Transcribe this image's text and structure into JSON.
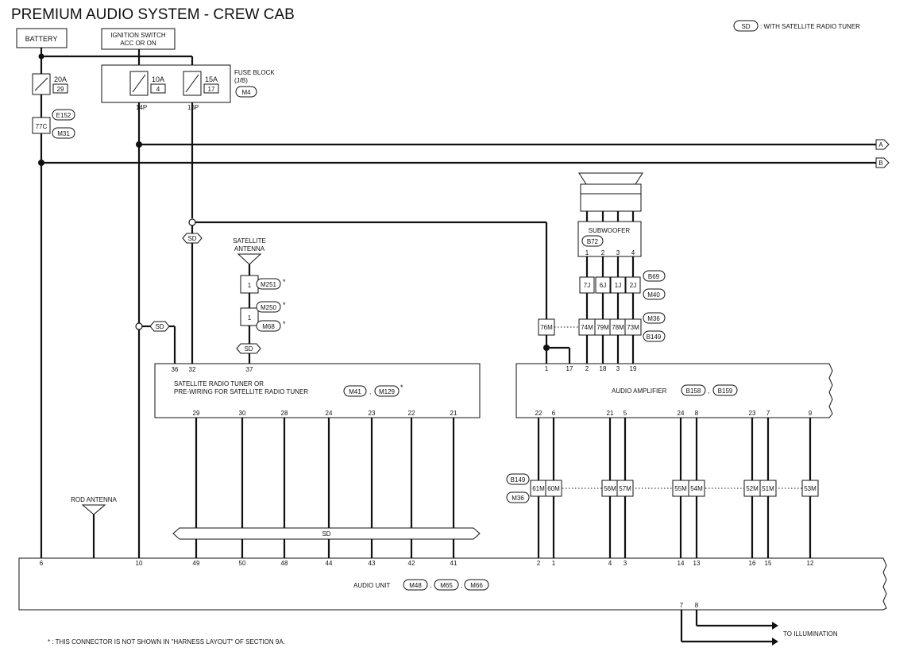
{
  "title": "PREMIUM AUDIO SYSTEM - CREW CAB",
  "legend": {
    "code": "SD",
    "text": ": WITH SATELLITE RADIO TUNER"
  },
  "battery": "BATTERY",
  "ignition": {
    "line1": "IGNITION SWITCH",
    "line2": "ACC OR ON"
  },
  "fuses": [
    {
      "amps": "20A",
      "number": "29"
    },
    {
      "amps": "10A",
      "number": "4"
    },
    {
      "amps": "15A",
      "number": "17"
    }
  ],
  "fuse_block": {
    "line1": "FUSE BLOCK",
    "line2": "(J/B)",
    "connector": "M4"
  },
  "fuse_pins": [
    "14P",
    "16P"
  ],
  "battery_joint": {
    "pin": "77C",
    "connectors": [
      "E152",
      "M31"
    ]
  },
  "bus_labels": [
    "A",
    "B"
  ],
  "sd_tags": [
    "SD",
    "SD",
    "SD",
    "SD"
  ],
  "satellite_antenna": {
    "line1": "SATELLITE",
    "line2": "ANTENNA",
    "connectors": [
      {
        "pin": "1",
        "label": "M251",
        "star": "*"
      },
      {
        "pin": "1",
        "label": "M250",
        "star": "*"
      },
      {
        "pin": "",
        "label": "M68",
        "star": "*"
      }
    ]
  },
  "sat_tuner": {
    "line1": "SATELLITE RADIO TUNER OR",
    "line2": "PRE-WIRING FOR SATELLITE RADIO TUNER",
    "connectors": [
      "M41",
      "M129"
    ],
    "separator": ",",
    "star": "*",
    "top_pins": [
      "36",
      "32",
      "37"
    ],
    "bottom_pins": [
      "29",
      "30",
      "28",
      "24",
      "23",
      "22",
      "21"
    ]
  },
  "subwoofer": {
    "name": "SUBWOOFER",
    "connector": "B72",
    "pins": [
      "1",
      "2",
      "3",
      "4"
    ],
    "joint_a": [
      "7J",
      "6J",
      "1J",
      "2J"
    ],
    "joint_a_connectors": [
      "B69",
      "M40"
    ],
    "joint_b": [
      "74M",
      "79M",
      "78M",
      "73M"
    ],
    "joint_b_connectors": [
      "M36",
      "B149"
    ],
    "feed_joint": "76M"
  },
  "amplifier": {
    "name": "AUDIO AMPLIFIER",
    "connectors": [
      "B158",
      "B159"
    ],
    "separator": ",",
    "top_pins": [
      "1",
      "17",
      "2",
      "18",
      "3",
      "19"
    ],
    "bottom_pins": [
      "22",
      "6",
      "21",
      "5",
      "24",
      "8",
      "23",
      "7",
      "9"
    ],
    "joints": [
      "61M",
      "60M",
      "56M",
      "57M",
      "55M",
      "54M",
      "52M",
      "51M",
      "53M"
    ],
    "joint_connectors": [
      "B149",
      "M36"
    ]
  },
  "rod_antenna": "ROD ANTENNA",
  "audio_unit": {
    "name": "AUDIO UNIT",
    "connectors": [
      "M48",
      "M65",
      "M66"
    ],
    "separator": ",",
    "pins": [
      "6",
      "10",
      "49",
      "50",
      "48",
      "44",
      "43",
      "42",
      "41",
      "2",
      "1",
      "4",
      "3",
      "14",
      "13",
      "16",
      "15",
      "12"
    ],
    "illum_pins": [
      "7",
      "8"
    ]
  },
  "illumination": "TO ILLUMINATION",
  "footnote": "* : THIS CONNECTOR IS NOT SHOWN IN \"HARNESS LAYOUT\" OF SECTION 9A."
}
